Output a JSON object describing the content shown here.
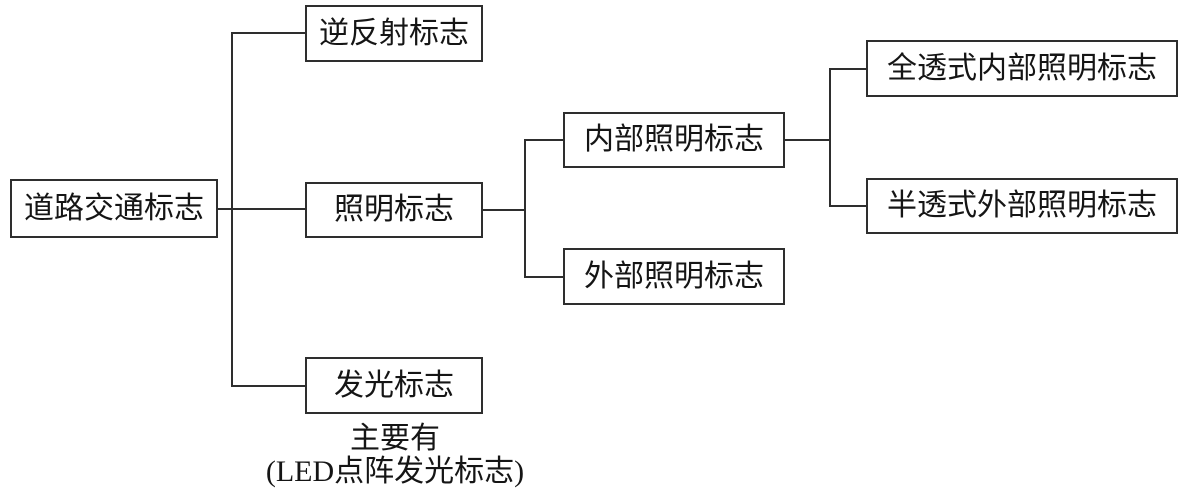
{
  "diagram": {
    "title_semantics": "road-traffic-sign-classification-tree",
    "nodes": {
      "root": "道路交通标志",
      "retroreflective": "逆反射标志",
      "illuminated": "照明标志",
      "luminous": "发光标志",
      "internal": "内部照明标志",
      "external": "外部照明标志",
      "full_transmissive": "全透式内部照明标志",
      "semi_transmissive": "半透式外部照明标志"
    },
    "caption": {
      "line1": "主要有",
      "line2": "(LED点阵发光标志)"
    },
    "colors": {
      "line": "#2e2e2e",
      "box_border": "#2e2e2e",
      "text": "#151515",
      "background": "#ffffff"
    }
  }
}
